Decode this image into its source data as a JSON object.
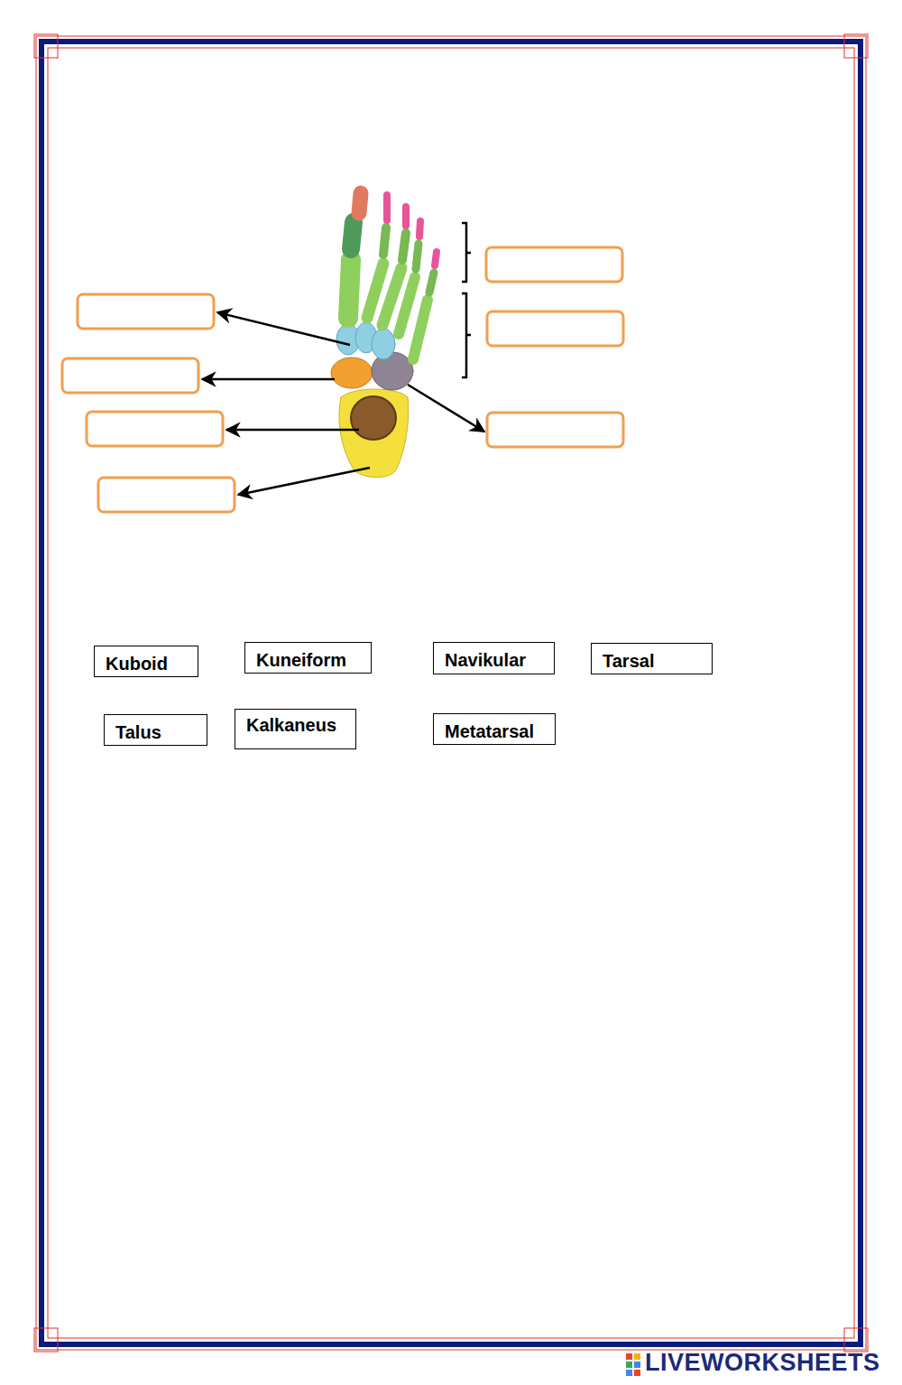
{
  "diagram": {
    "nodes": [
      {
        "text": [
          "Kuboid"
        ]
      },
      {
        "text": [
          "Kuneiform"
        ]
      },
      {
        "text": [
          "Navikular"
        ]
      },
      {
        "text": [
          "Tarsal"
        ]
      },
      {
        "text": [
          "Talus"
        ]
      },
      {
        "text": [
          "Kalkaneus"
        ]
      },
      {
        "text": [
          "Metatarsal"
        ]
      }
    ],
    "edges": [],
    "labels": [
      "LIVEWORKSHEETS"
    ]
  }
}
